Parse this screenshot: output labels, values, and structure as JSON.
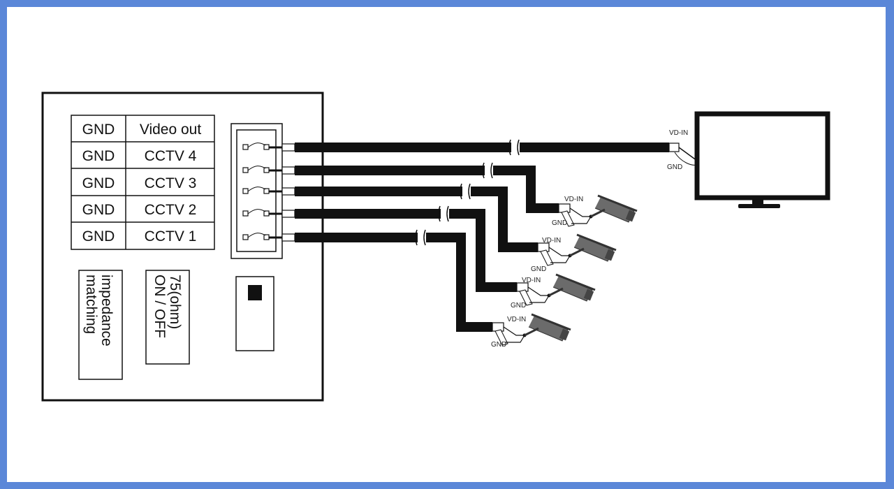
{
  "terminal_table": {
    "rows": [
      {
        "left": "GND",
        "right": "Video out"
      },
      {
        "left": "GND",
        "right": "CCTV 4"
      },
      {
        "left": "GND",
        "right": "CCTV 3"
      },
      {
        "left": "GND",
        "right": "CCTV 2"
      },
      {
        "left": "GND",
        "right": "CCTV 1"
      }
    ]
  },
  "labels": {
    "impedance_line1": "impedance",
    "impedance_line2": "matching",
    "ohm_line1": "75(ohm)",
    "ohm_line2": "ON / OFF"
  },
  "monitor": {
    "vd_in": "VD-IN",
    "gnd": "GND"
  },
  "cameras": [
    {
      "vd_in": "VD-IN",
      "gnd": "GND"
    },
    {
      "vd_in": "VD-IN",
      "gnd": "GND"
    },
    {
      "vd_in": "VD-IN",
      "gnd": "GND"
    },
    {
      "vd_in": "VD-IN",
      "gnd": "GND"
    }
  ],
  "colors": {
    "border": "#5b87d8",
    "line": "#111111",
    "camera": "#6b6b6b"
  }
}
